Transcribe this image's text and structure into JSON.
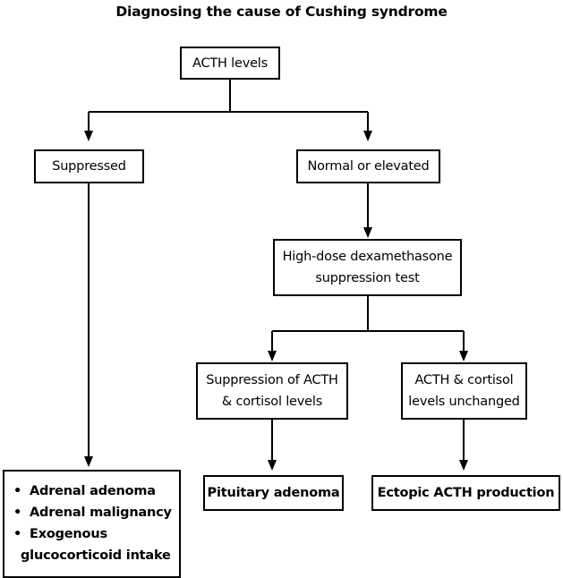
{
  "title": "Diagnosing the cause of Cushing syndrome",
  "nodes": {
    "acth_levels": "ACTH levels",
    "suppressed": "Suppressed",
    "normal_or_elevated": "Normal or elevated",
    "high_dose_test": [
      "High-dose dexamethasone",
      "suppression test"
    ],
    "suppression_of_acth": [
      "Suppression of ACTH",
      "& cortisol levels"
    ],
    "acth_unchanged": [
      "ACTH & cortisol",
      "levels unchanged"
    ],
    "pituitary_adenoma": "Pituitary adenoma",
    "ectopic_acth": "Ectopic ACTH production"
  },
  "adrenal_outcomes": {
    "bullet": "•",
    "items": [
      "Adrenal adenoma",
      "Adrenal malignancy",
      "Exogenous"
    ],
    "continuation": "glucocorticoid intake"
  }
}
